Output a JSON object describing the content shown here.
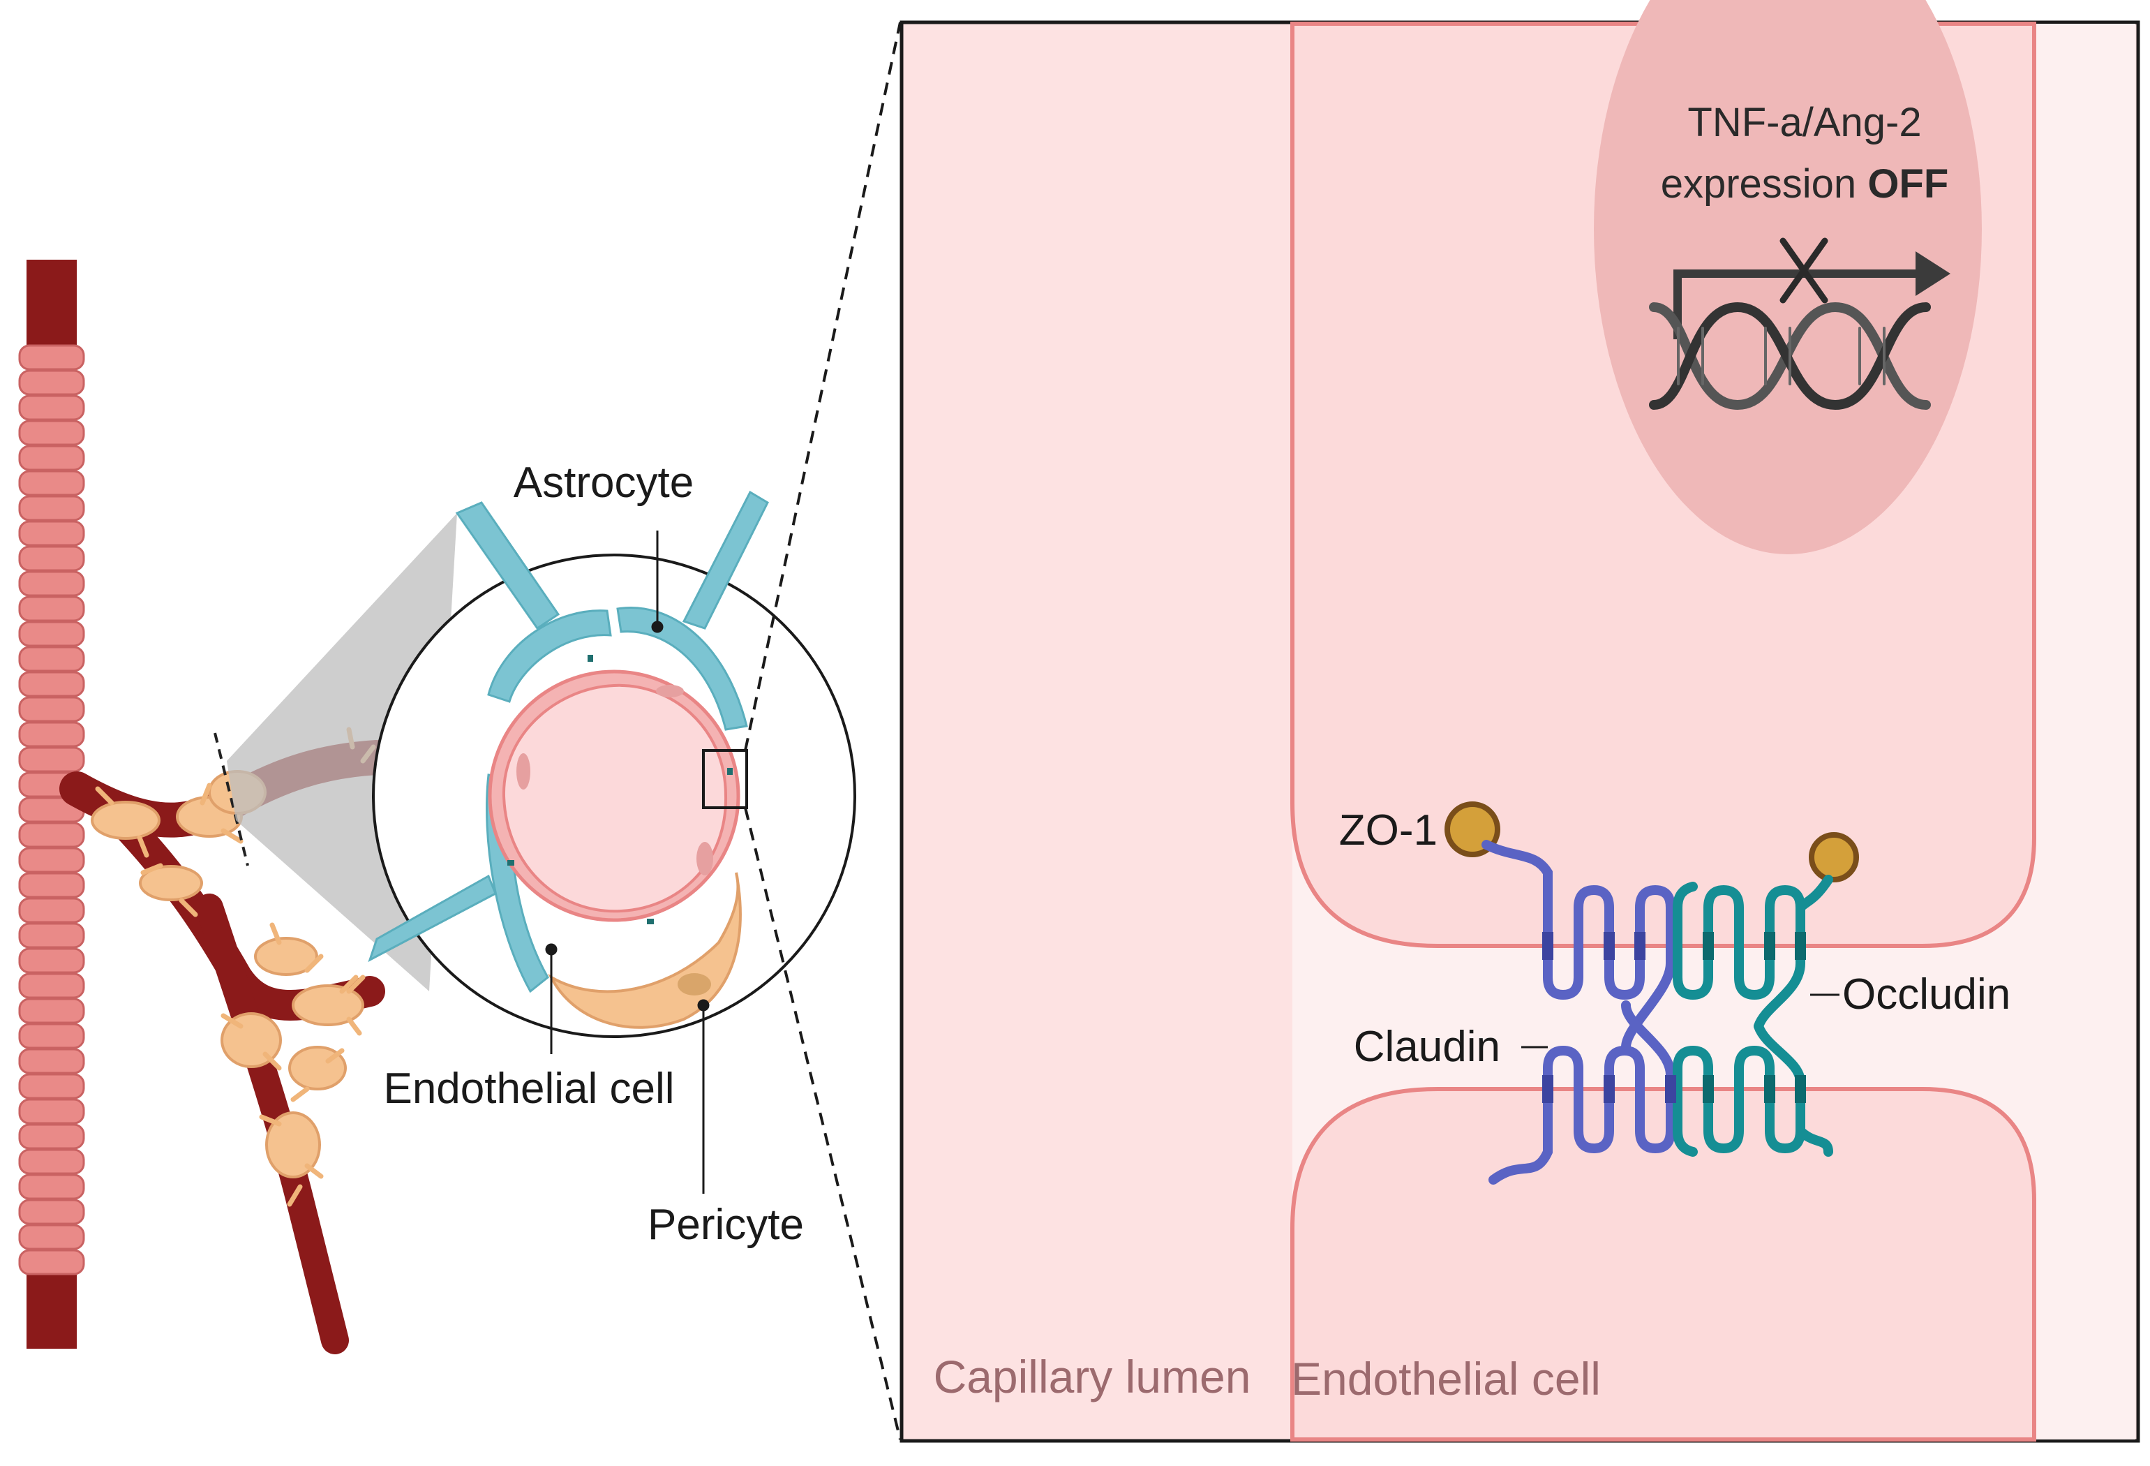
{
  "labels": {
    "astrocyte": "Astrocyte",
    "endothelial_cell_circle": "Endothelial cell",
    "pericyte": "Pericyte",
    "zo1": "ZO-1",
    "claudin": "Claudin",
    "occludin": "Occludin",
    "capillary_lumen": "Capillary lumen",
    "endothelial_cell_panel": "Endothelial cell",
    "expression_line1": "TNF-a/Ang-2",
    "expression_word": "expression",
    "expression_state": "OFF"
  },
  "colors": {
    "vessel_dark": "#8b1a1a",
    "vessel_pink": "#e98a88",
    "pericyte": "#f5c28f",
    "astrocyte": "#7cc4d2",
    "endothelial_pink": "#f4b3b3",
    "lumen": "#fcd9da",
    "panel_bg": "#fde2e2",
    "membrane": "#e98585",
    "nucleus": "#efb8b8",
    "claudin": "#5a63c4",
    "occludin": "#158e94",
    "zo1": "#d4a03a"
  }
}
